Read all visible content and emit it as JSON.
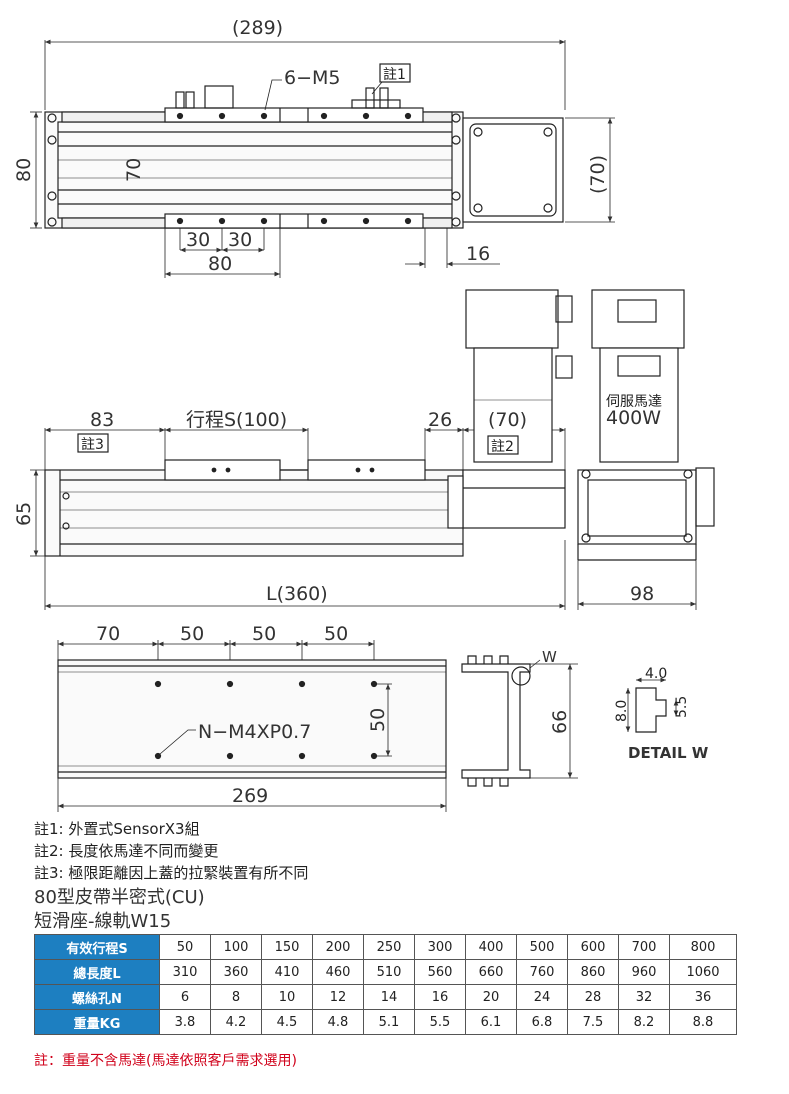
{
  "top_view": {
    "dims": {
      "overall": "(289)",
      "m5": "6−M5",
      "height": "80",
      "inner": "70",
      "p1": "30",
      "p2": "30",
      "span": "80",
      "offset": "16",
      "motor": "(70)"
    },
    "note_tag": "註1"
  },
  "side_view": {
    "dims": {
      "left": "83",
      "stroke": "行程S(100)",
      "gap": "26",
      "motor": "(70)",
      "height": "65",
      "length": "L(360)",
      "width": "98"
    },
    "note_tags": [
      "註3",
      "註2"
    ],
    "motor_label": [
      "伺服馬達",
      "400W"
    ]
  },
  "base_view": {
    "dims": {
      "d1": "70",
      "d2": "50",
      "d3": "50",
      "d4": "50",
      "hole": "N−M4XP0.7",
      "v": "50",
      "length": "269",
      "profile_h": "66",
      "w": "W"
    },
    "detail": {
      "w": "4.0",
      "h": "8.0",
      "h2": "5.5",
      "label": "DETAIL W"
    }
  },
  "notes": [
    "註1: 外置式SensorX3組",
    "註2: 長度依馬達不同而變更",
    "註3: 極限距離因上蓋的拉緊裝置有所不同"
  ],
  "title": [
    "80型皮帶半密式(CU)",
    "短滑座-線軌W15"
  ],
  "table": {
    "rows": [
      {
        "label": "有效行程S",
        "values": [
          "50",
          "100",
          "150",
          "200",
          "250",
          "300",
          "400",
          "500",
          "600",
          "700",
          "800"
        ]
      },
      {
        "label": "總長度L",
        "values": [
          "310",
          "360",
          "410",
          "460",
          "510",
          "560",
          "660",
          "760",
          "860",
          "960",
          "1060"
        ]
      },
      {
        "label": "螺絲孔N",
        "values": [
          "6",
          "8",
          "10",
          "12",
          "14",
          "16",
          "20",
          "24",
          "28",
          "32",
          "36"
        ]
      },
      {
        "label": "重量KG",
        "values": [
          "3.8",
          "4.2",
          "4.5",
          "4.8",
          "5.1",
          "5.5",
          "6.1",
          "6.8",
          "7.5",
          "8.2",
          "8.8"
        ]
      }
    ]
  },
  "footnote": "註：重量不含馬達(馬達依照客戶需求選用)",
  "colors": {
    "header_bg": "#1d7fc1",
    "footnote": "#d0021b",
    "line": "#222222"
  }
}
